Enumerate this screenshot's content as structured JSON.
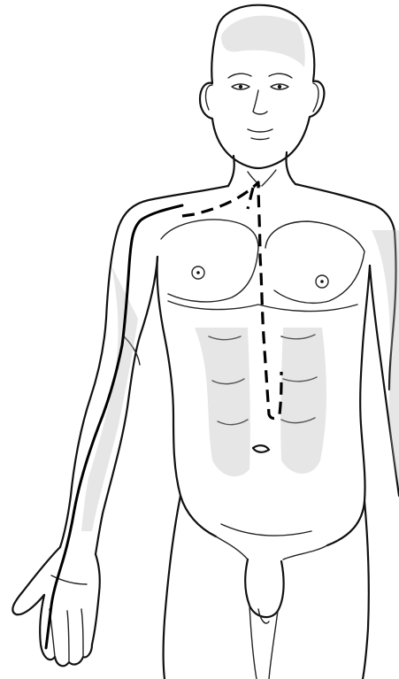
{
  "figure": {
    "subject": "anterior-human-figure",
    "colors": {
      "ink": "#111111",
      "shading": "#b8b8b8",
      "background": "#ffffff"
    },
    "lines": [
      {
        "name": "solid-channel-line",
        "style": "solid"
      },
      {
        "name": "dashed-internal-pathway",
        "style": "dashed"
      }
    ]
  }
}
